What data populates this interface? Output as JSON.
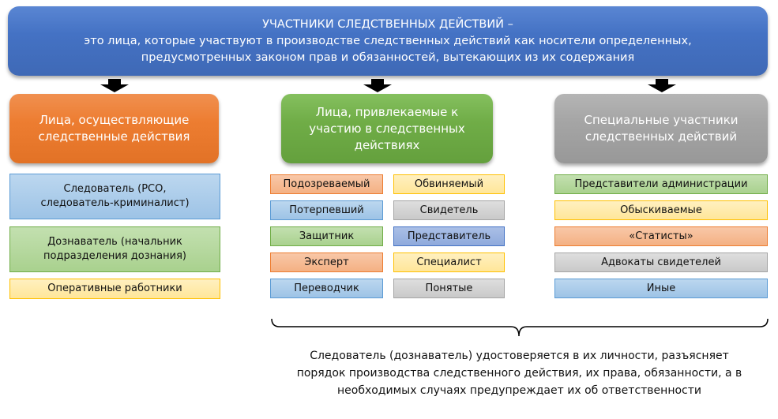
{
  "title": {
    "line1": "УЧАСТНИКИ СЛЕДСТВЕННЫХ ДЕЙСТВИЙ –",
    "line2": "это лица, которые участвуют в производстве следственных действий как носители определенных,",
    "line3": "предусмотренных законом прав и обязанностей, вытекающих из их содержания"
  },
  "columns": {
    "left": {
      "header": "Лица, осуществляющие следственные действия",
      "items": [
        "Следователь (РСО, следователь-криминалист)",
        "Дознаватель (начальник подразделения дознания)",
        "Оперативные работники"
      ]
    },
    "middle": {
      "header": "Лица, привлекаемые к участию в следственных действиях",
      "col1": [
        "Подозреваемый",
        "Потерпевший",
        "Защитник",
        "Эксперт",
        "Переводчик"
      ],
      "col2": [
        "Обвиняемый",
        "Свидетель",
        "Представитель",
        "Специалист",
        "Понятые"
      ]
    },
    "right": {
      "header": "Специальные участники следственных действий",
      "items": [
        "Представители администрации",
        "Обыскиваемые",
        "«Статисты»",
        "Адвокаты свидетелей",
        "Иные"
      ]
    }
  },
  "note": {
    "line1": "Следователь (дознаватель) удостоверяется в их личности, разъясняет",
    "line2": "порядок производства следственного действия, их права, обязанности, а в",
    "line3": "необходимых случаях предупреждает их об ответственности"
  }
}
